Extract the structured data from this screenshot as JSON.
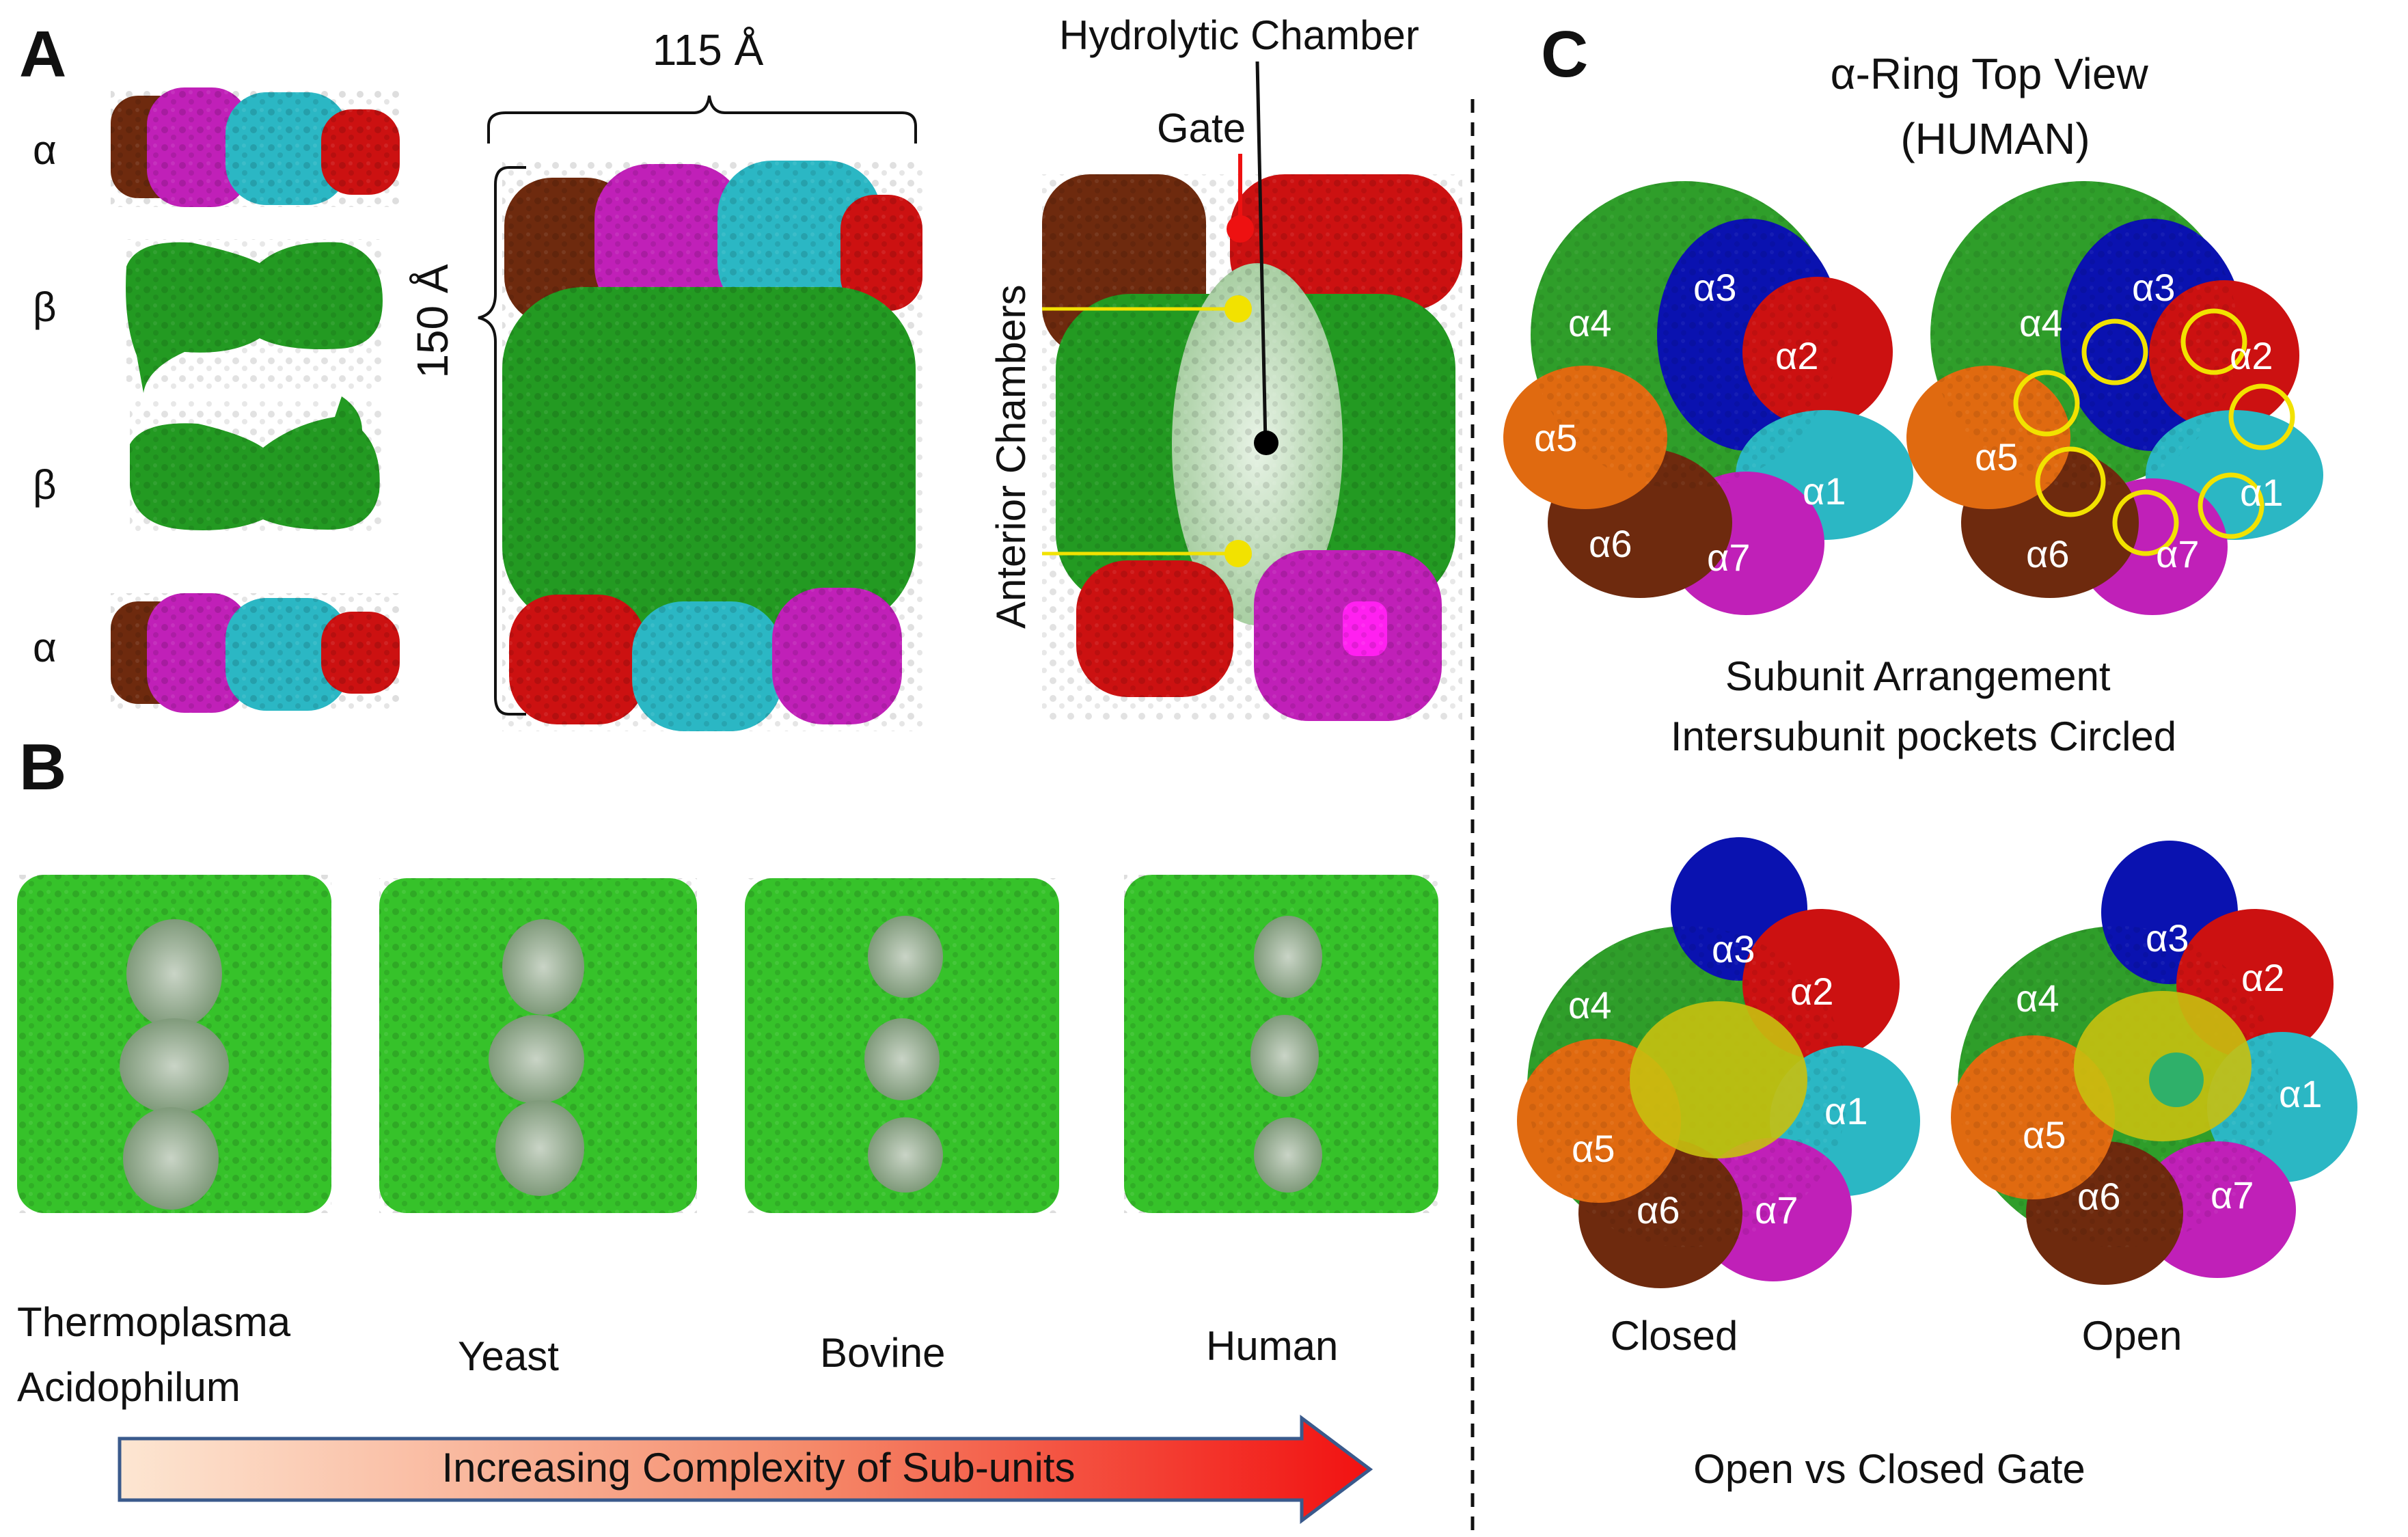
{
  "panels": {
    "a": {
      "letter": "A",
      "width_label": "115 Å",
      "height_label": "150 Å",
      "ring_labels": [
        "α",
        "β",
        "β",
        "α"
      ],
      "hydrolytic_label": "Hydrolytic Chamber",
      "gate_label": "Gate",
      "anterior_label": "Anterior Chambers"
    },
    "b": {
      "letter": "B",
      "species": [
        "Thermoplasma\nAcidophilum",
        "Yeast",
        "Bovine",
        "Human"
      ],
      "arrow_label": "Increasing Complexity of Sub-units"
    },
    "c": {
      "letter": "C",
      "title": "α-Ring  Top View\n(HUMAN)",
      "subunits": [
        "α1",
        "α2",
        "α3",
        "α4",
        "α5",
        "α6",
        "α7"
      ],
      "arrangement_caption": "Subunit Arrangement\nIntersubunit pockets Circled",
      "closed_label": "Closed",
      "open_label": "Open",
      "gate_caption": "Open vs Closed Gate"
    }
  },
  "colors": {
    "alpha1": "#2bb7c4",
    "alpha2": "#cc1111",
    "alpha3": "#0a12b0",
    "alpha4": "#2f9e2a",
    "alpha5": "#e06a10",
    "alpha6": "#6e2a0e",
    "alpha7": "#c020b8",
    "beta": "#239a22",
    "species_green": "#36c22a",
    "pocket_circle": "#f2e200",
    "gate_overlay": "#c8c010",
    "gate_marker": "#ee1111",
    "anterior_marker": "#f2e200",
    "hydrolytic_marker": "#000000",
    "arrow_start": "#fde6d2",
    "arrow_end": "#f21111",
    "arrow_border": "#3a5a8c"
  }
}
